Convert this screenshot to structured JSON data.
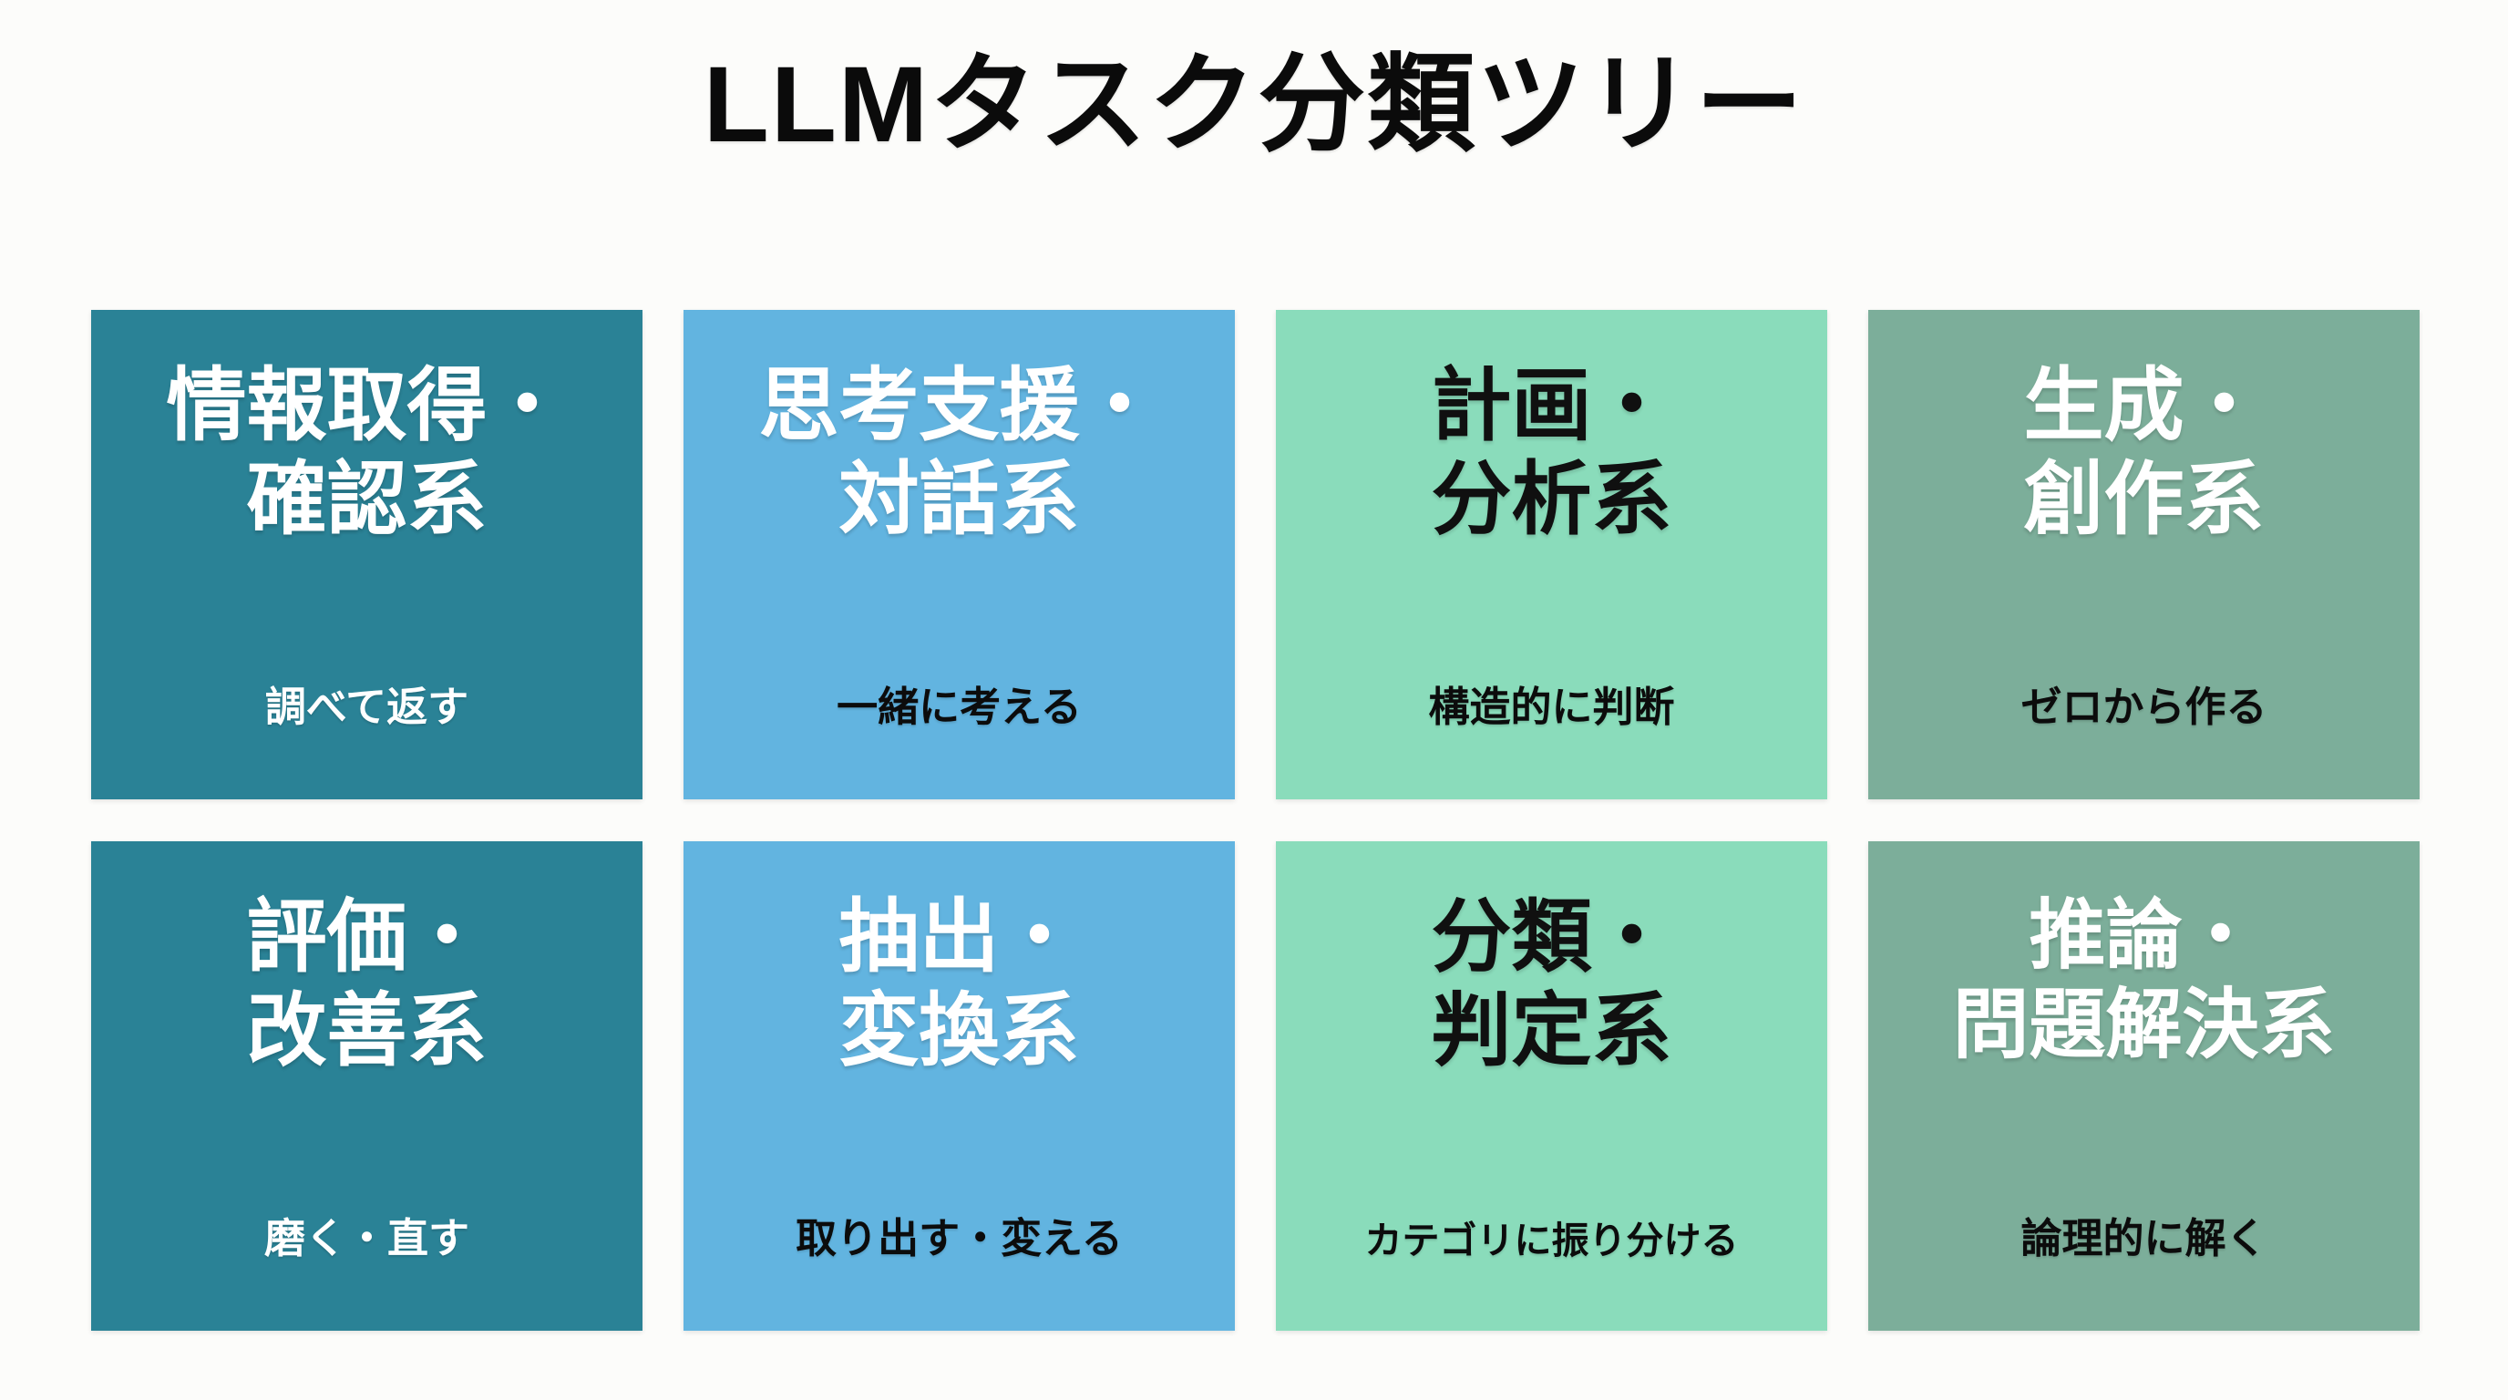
{
  "page": {
    "title": "LLMタスク分類ツリー",
    "background_color": "#fcfcfa"
  },
  "colors": {
    "teal": "#2a8296",
    "sky_blue": "#62b4e0",
    "mint_green": "#8adcbb",
    "sage_green": "#7cae9a",
    "text_light": "#ffffff",
    "text_dark": "#101010"
  },
  "cards": [
    {
      "heading": "情報取得・\n確認系",
      "subtitle": "調べて返す",
      "bg": "#2a8296",
      "heading_color": "light",
      "subtitle_color": "light"
    },
    {
      "heading": "思考支援・\n対話系",
      "subtitle": "一緒に考える",
      "bg": "#62b4e0",
      "heading_color": "light",
      "subtitle_color": "dark"
    },
    {
      "heading": "計画・\n分析系",
      "subtitle": "構造的に判断",
      "bg": "#8adcbb",
      "heading_color": "dark",
      "subtitle_color": "dark"
    },
    {
      "heading": "生成・\n創作系",
      "subtitle": "ゼロから作る",
      "bg": "#7cae9a",
      "heading_color": "light",
      "subtitle_color": "dark"
    },
    {
      "heading": "評価・\n改善系",
      "subtitle": "磨く・直す",
      "bg": "#2a8296",
      "heading_color": "light",
      "subtitle_color": "light"
    },
    {
      "heading": "抽出・\n変換系",
      "subtitle": "取り出す・変える",
      "bg": "#62b4e0",
      "heading_color": "light",
      "subtitle_color": "dark"
    },
    {
      "heading": "分類・\n判定系",
      "subtitle": "カテゴリに振り分ける",
      "bg": "#8adcbb",
      "heading_color": "dark",
      "subtitle_color": "dark"
    },
    {
      "heading": "推論・\n問題解決系",
      "subtitle": "論理的に解く",
      "bg": "#7cae9a",
      "heading_color": "light",
      "subtitle_color": "dark"
    }
  ]
}
